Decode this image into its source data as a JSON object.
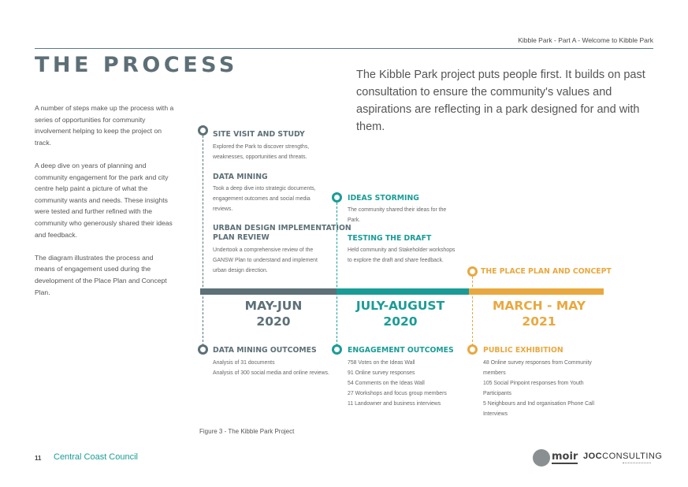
{
  "header": {
    "text": "Kibble Park - Part A - Welcome to Kibble Park"
  },
  "title": "THE PROCESS",
  "intro": "The Kibble Park project puts people first. It builds on past consultation to ensure the community's values and aspirations are reflecting in a park designed for and with them.",
  "left_text": [
    "A number of steps make up the process with a series of opportunities for community involvement helping to keep the project on track.",
    "A deep dive on years of planning and community engagement for the park and city centre help paint a picture of what the community wants and needs. These insights were tested and further refined with the community who generously shared their ideas and feedback.",
    "The diagram illustrates the process and means of engagement used during the development of the Place Plan and Concept Plan."
  ],
  "timeline": {
    "phase1": {
      "site_visit": {
        "title": "SITE VISIT AND STUDY",
        "desc": "Explored the Park to discover strengths, weaknesses, opportunities and threats."
      },
      "data_mining": {
        "title": "DATA MINING",
        "desc": "Took a deep dive into strategic documents, engagement outcomes and social media reviews."
      },
      "urban_design": {
        "title_line1": "URBAN DESIGN IMPLEMENTATION",
        "title_line2": "PLAN REVIEW",
        "desc": "Undertook a comprehensive review of the GANSW Plan to understand and implement urban design direction."
      },
      "bar_label_line1": "MAY-JUN",
      "bar_label_line2": "2020",
      "outcomes": {
        "title": "DATA MINING OUTCOMES",
        "lines": [
          "Analysis of 31 documents",
          "Analysis of 300 social media and online reviews."
        ]
      }
    },
    "phase2": {
      "ideas": {
        "title": "IDEAS STORMING",
        "desc": "The community shared their ideas for the Park."
      },
      "testing": {
        "title": "TESTING THE DRAFT",
        "desc": "Held community and Stakeholder workshops to explore the draft and share feedback."
      },
      "bar_label_line1": "JULY-AUGUST",
      "bar_label_line2": "2020",
      "outcomes": {
        "title": "ENGAGEMENT OUTCOMES",
        "lines": [
          "758 Votes on the Ideas Wall",
          "91 Online survey responses",
          "54 Comments on the Ideas Wall",
          "27 Workshops and focus group members",
          "11 Landowner and business interviews"
        ]
      }
    },
    "phase3": {
      "place_plan": {
        "title": "THE PLACE PLAN AND CONCEPT"
      },
      "bar_label": "MARCH - MAY 2021",
      "outcomes": {
        "title": "PUBLIC EXHIBITION",
        "lines": [
          "48 Online survey responses from Community members",
          "105 Social Pinpoint responses from Youth Participants",
          "5 Neighbours and Ind organisation Phone Call Interviews"
        ]
      }
    },
    "colors": {
      "slate": "#5d7077",
      "teal": "#1a9c96",
      "gold": "#e9a83f"
    }
  },
  "caption": "Figure 3 - The Kibble Park Project",
  "footer": {
    "page_number": "11",
    "organisation": "Central Coast Council",
    "logo1": "moir",
    "logo2_bold": "JOC",
    "logo2_rest": "CONSULTING"
  }
}
